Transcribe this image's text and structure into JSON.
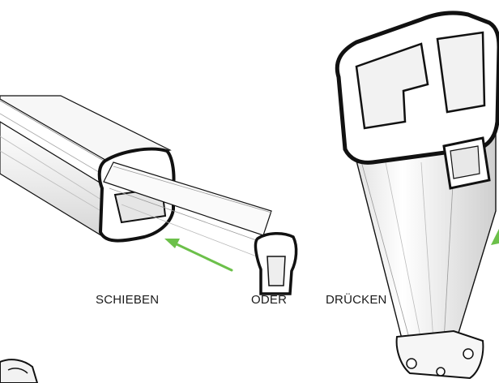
{
  "labels": {
    "slide": "SCHIEBEN",
    "or": "ODER",
    "press": "DRÜCKEN"
  },
  "colors": {
    "arrow": "#6cc04a",
    "outline": "#111111",
    "profile_light": "#f4f4f4",
    "profile_shade": "#dcdcdc"
  }
}
